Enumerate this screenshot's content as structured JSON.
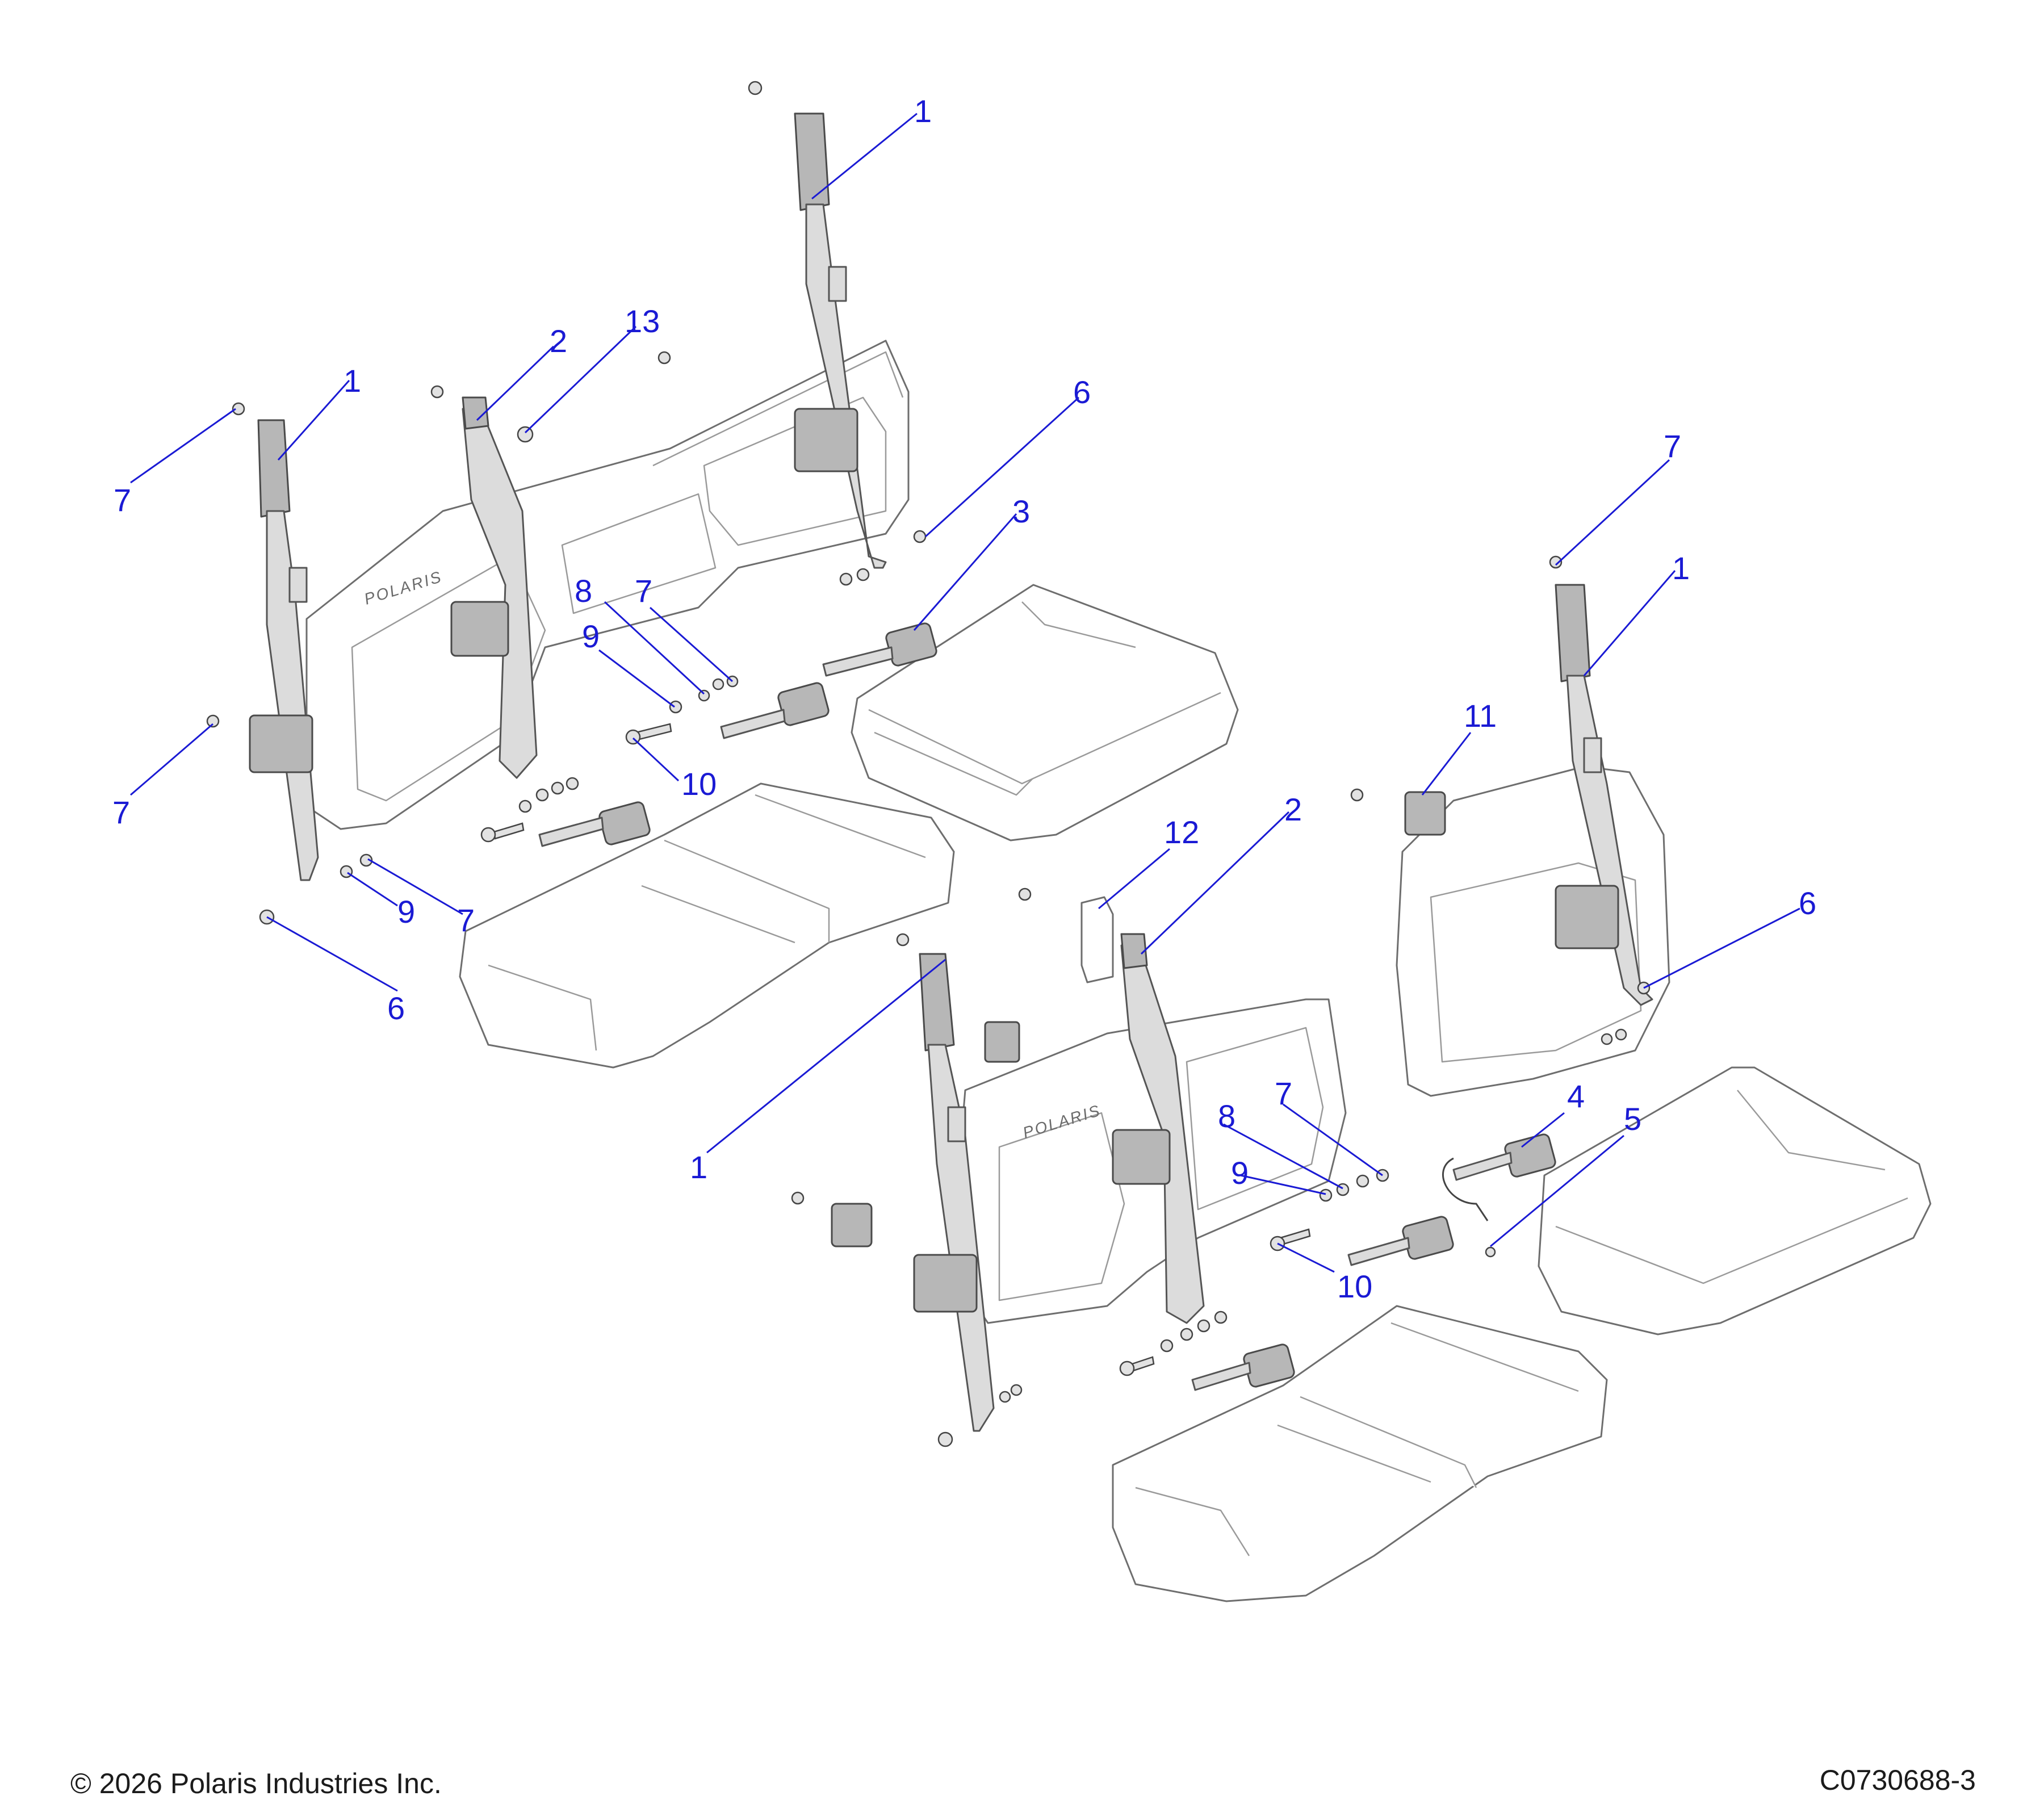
{
  "diagram": {
    "brand_text": "POLARIS",
    "callouts": [
      {
        "id": "c1a",
        "label": "1"
      },
      {
        "id": "c1b",
        "label": "1"
      },
      {
        "id": "c1c",
        "label": "1"
      },
      {
        "id": "c1d",
        "label": "1"
      },
      {
        "id": "c2a",
        "label": "2"
      },
      {
        "id": "c2b",
        "label": "2"
      },
      {
        "id": "c3",
        "label": "3"
      },
      {
        "id": "c4",
        "label": "4"
      },
      {
        "id": "c5",
        "label": "5"
      },
      {
        "id": "c6a",
        "label": "6"
      },
      {
        "id": "c6b",
        "label": "6"
      },
      {
        "id": "c6c",
        "label": "6"
      },
      {
        "id": "c7a",
        "label": "7"
      },
      {
        "id": "c7b",
        "label": "7"
      },
      {
        "id": "c7c",
        "label": "7"
      },
      {
        "id": "c7d",
        "label": "7"
      },
      {
        "id": "c7e",
        "label": "7"
      },
      {
        "id": "c7f",
        "label": "7"
      },
      {
        "id": "c8a",
        "label": "8"
      },
      {
        "id": "c8b",
        "label": "8"
      },
      {
        "id": "c9a",
        "label": "9"
      },
      {
        "id": "c9b",
        "label": "9"
      },
      {
        "id": "c9c",
        "label": "9"
      },
      {
        "id": "c10a",
        "label": "10"
      },
      {
        "id": "c10b",
        "label": "10"
      },
      {
        "id": "c11",
        "label": "11"
      },
      {
        "id": "c12",
        "label": "12"
      },
      {
        "id": "c13",
        "label": "13"
      }
    ]
  },
  "footer": {
    "copyright": "© 2026 Polaris Industries Inc.",
    "drawing_number": "C0730688-3"
  },
  "colors": {
    "callout": "#1a1ad4",
    "line_art": "#555555",
    "background": "#ffffff"
  }
}
